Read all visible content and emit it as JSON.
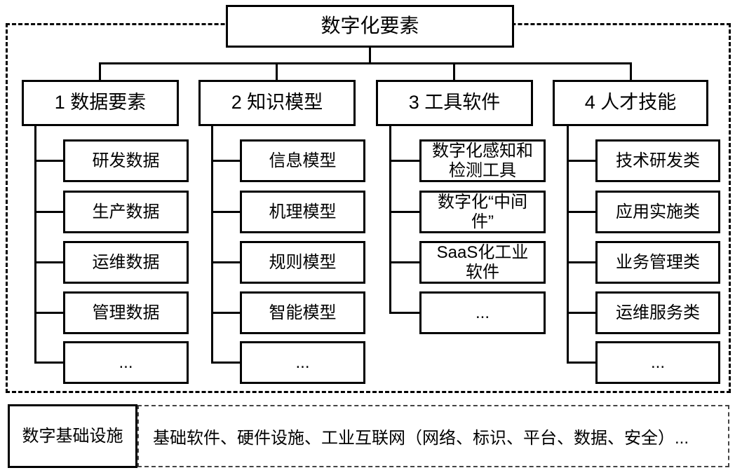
{
  "root": {
    "label": "数字化要素"
  },
  "columns": [
    {
      "header": "1 数据要素",
      "children": [
        {
          "label": "研发数据"
        },
        {
          "label": "生产数据"
        },
        {
          "label": "运维数据"
        },
        {
          "label": "管理数据"
        },
        {
          "label": "..."
        }
      ]
    },
    {
      "header": "2 知识模型",
      "children": [
        {
          "label": "信息模型"
        },
        {
          "label": "机理模型"
        },
        {
          "label": "规则模型"
        },
        {
          "label": "智能模型"
        },
        {
          "label": "..."
        }
      ]
    },
    {
      "header": "3 工具软件",
      "children": [
        {
          "lines": [
            "数字化感知和",
            "检测工具"
          ]
        },
        {
          "lines": [
            "数字化“中间",
            "件”"
          ]
        },
        {
          "lines": [
            "SaaS化工业",
            "软件"
          ]
        },
        {
          "label": "..."
        }
      ]
    },
    {
      "header": "4 人才技能",
      "children": [
        {
          "label": "技术研发类"
        },
        {
          "label": "应用实施类"
        },
        {
          "label": "业务管理类"
        },
        {
          "label": "运维服务类"
        },
        {
          "label": "..."
        }
      ]
    }
  ],
  "infrastructure": {
    "label": "数字基础设施",
    "description": "基础软件、硬件设施、工业互联网（网络、标识、平台、数据、安全）..."
  },
  "colors": {
    "line": "#000000",
    "background": "#ffffff"
  }
}
